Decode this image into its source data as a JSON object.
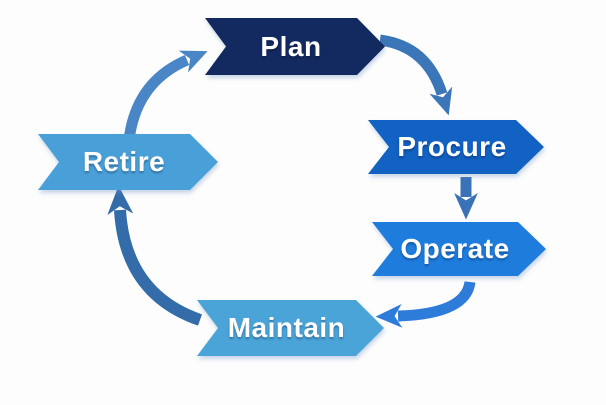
{
  "canvas": {
    "background": "#fdfdfd",
    "label_color": "#ffffff"
  },
  "stages": [
    {
      "id": "plan",
      "label": "Plan",
      "color": "#132a60"
    },
    {
      "id": "procure",
      "label": "Procure",
      "color": "#1262c4"
    },
    {
      "id": "operate",
      "label": "Operate",
      "color": "#1e7cdd"
    },
    {
      "id": "maintain",
      "label": "Maintain",
      "color": "#4aa4d8"
    },
    {
      "id": "retire",
      "label": "Retire",
      "color": "#49a0d8"
    }
  ],
  "arrows": [
    {
      "from": "retire",
      "to": "plan",
      "color": "#4a86c5"
    },
    {
      "from": "plan",
      "to": "procure",
      "color": "#3a76b8"
    },
    {
      "from": "procure",
      "to": "operate",
      "color": "#3a72b8"
    },
    {
      "from": "operate",
      "to": "maintain",
      "color": "#2e7cd9"
    },
    {
      "from": "maintain",
      "to": "retire",
      "color": "#336ca8"
    }
  ]
}
